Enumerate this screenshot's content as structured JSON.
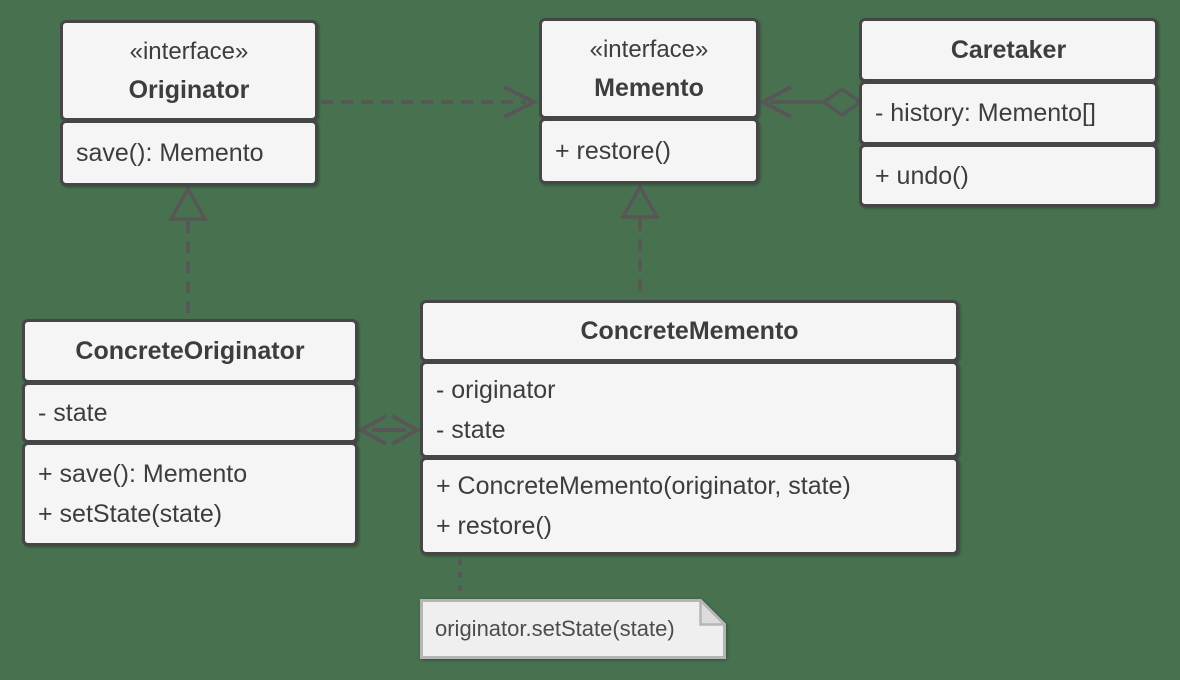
{
  "diagram": {
    "pattern_name": "Memento",
    "colors": {
      "background": "#48714f",
      "box_fill": "#f5f5f5",
      "box_border": "#464646",
      "text": "#3d3d3d",
      "connector": "#575757",
      "note_fill": "#efefef",
      "note_border": "#b5b5b5"
    },
    "classes": [
      {
        "id": "originator",
        "stereotype": "«interface»",
        "name": "Originator",
        "attributes": [],
        "methods": [
          "save(): Memento"
        ]
      },
      {
        "id": "memento",
        "stereotype": "«interface»",
        "name": "Memento",
        "attributes": [],
        "methods": [
          "+ restore()"
        ]
      },
      {
        "id": "caretaker",
        "stereotype": "",
        "name": "Caretaker",
        "attributes": [
          "- history: Memento[]"
        ],
        "methods": [
          "+ undo()"
        ]
      },
      {
        "id": "concrete-originator",
        "stereotype": "",
        "name": "ConcreteOriginator",
        "attributes": [
          "- state"
        ],
        "methods": [
          "+ save(): Memento",
          "+ setState(state)"
        ]
      },
      {
        "id": "concrete-memento",
        "stereotype": "",
        "name": "ConcreteMemento",
        "attributes": [
          "- originator",
          "- state"
        ],
        "methods": [
          "+ ConcreteMemento(originator, state)",
          "+ restore()"
        ]
      }
    ],
    "note": {
      "text": "originator.setState(state)"
    },
    "relationships": [
      {
        "type": "dependency",
        "from": "Originator",
        "to": "Memento",
        "line": "dashed",
        "head": "open-arrow"
      },
      {
        "type": "aggregation",
        "from": "Caretaker",
        "to": "Memento",
        "line": "solid",
        "head": "open-arrow",
        "tail": "hollow-diamond"
      },
      {
        "type": "realization",
        "from": "ConcreteOriginator",
        "to": "Originator",
        "line": "dashed",
        "head": "hollow-triangle"
      },
      {
        "type": "realization",
        "from": "ConcreteMemento",
        "to": "Memento",
        "line": "dashed",
        "head": "hollow-triangle"
      },
      {
        "type": "association-bidirectional",
        "from": "ConcreteOriginator",
        "to": "ConcreteMemento",
        "line": "solid",
        "head": "open-arrow-both"
      },
      {
        "type": "note-anchor",
        "from": "ConcreteMemento",
        "to": "note",
        "line": "dotted"
      }
    ]
  }
}
